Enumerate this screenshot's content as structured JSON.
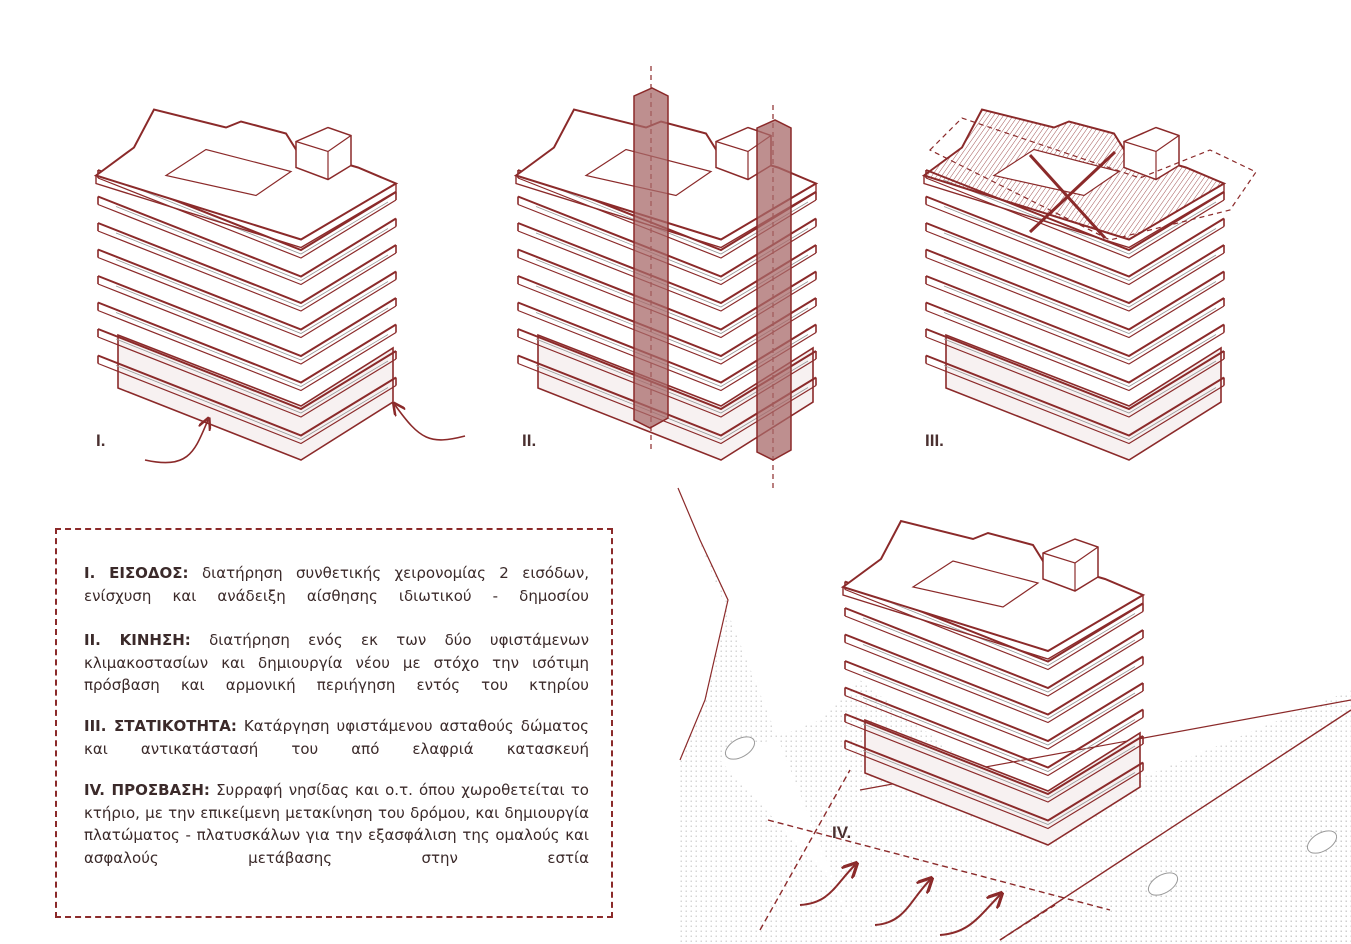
{
  "labels": {
    "diagram_1": "I.",
    "diagram_2": "II.",
    "diagram_3": "III.",
    "diagram_4": "IV."
  },
  "notes": [
    {
      "heading": "I. ΕΙΣΟΔΟΣ:",
      "text": "διατήρηση συνθετικής χειρονομίας 2 εισόδων, ενίσχυση και ανάδειξη αίσθησης ιδιωτικού - δημοσίου"
    },
    {
      "heading": "II. ΚΙΝΗΣΗ:",
      "text": "διατήρηση ενός εκ των δύο υφιστάμενων κλιμακοστασίων και δημιουργία νέου με στόχο την ισότιμη πρόσβαση και αρμονική περιήγηση εντός του κτηρίου"
    },
    {
      "heading": "III. ΣΤΑΤΙΚΟΤΗΤΑ:",
      "text": "Κατάργηση υφιστάμενου ασταθούς δώματος και αντικατάστασή του από ελαφριά κατασκευή"
    },
    {
      "heading": "IV. ΠΡΟΣΒΑΣΗ:",
      "text": "Συρραφή νησίδας και ο.τ. όπου χωροθετείται το κτήριο, με την επικείμενη μετακίνηση του δρόμου, και δημιουργία πλατώματος - πλατυσκάλων για την εξασφάλιση της ομαλούς και ασφαλούς μετάβασης στην εστία"
    }
  ],
  "colors": {
    "line": "#8b2a2a",
    "column_fill": "#a86a6a",
    "gray": "#9a9a9a",
    "dots": "#c4c4c4"
  }
}
